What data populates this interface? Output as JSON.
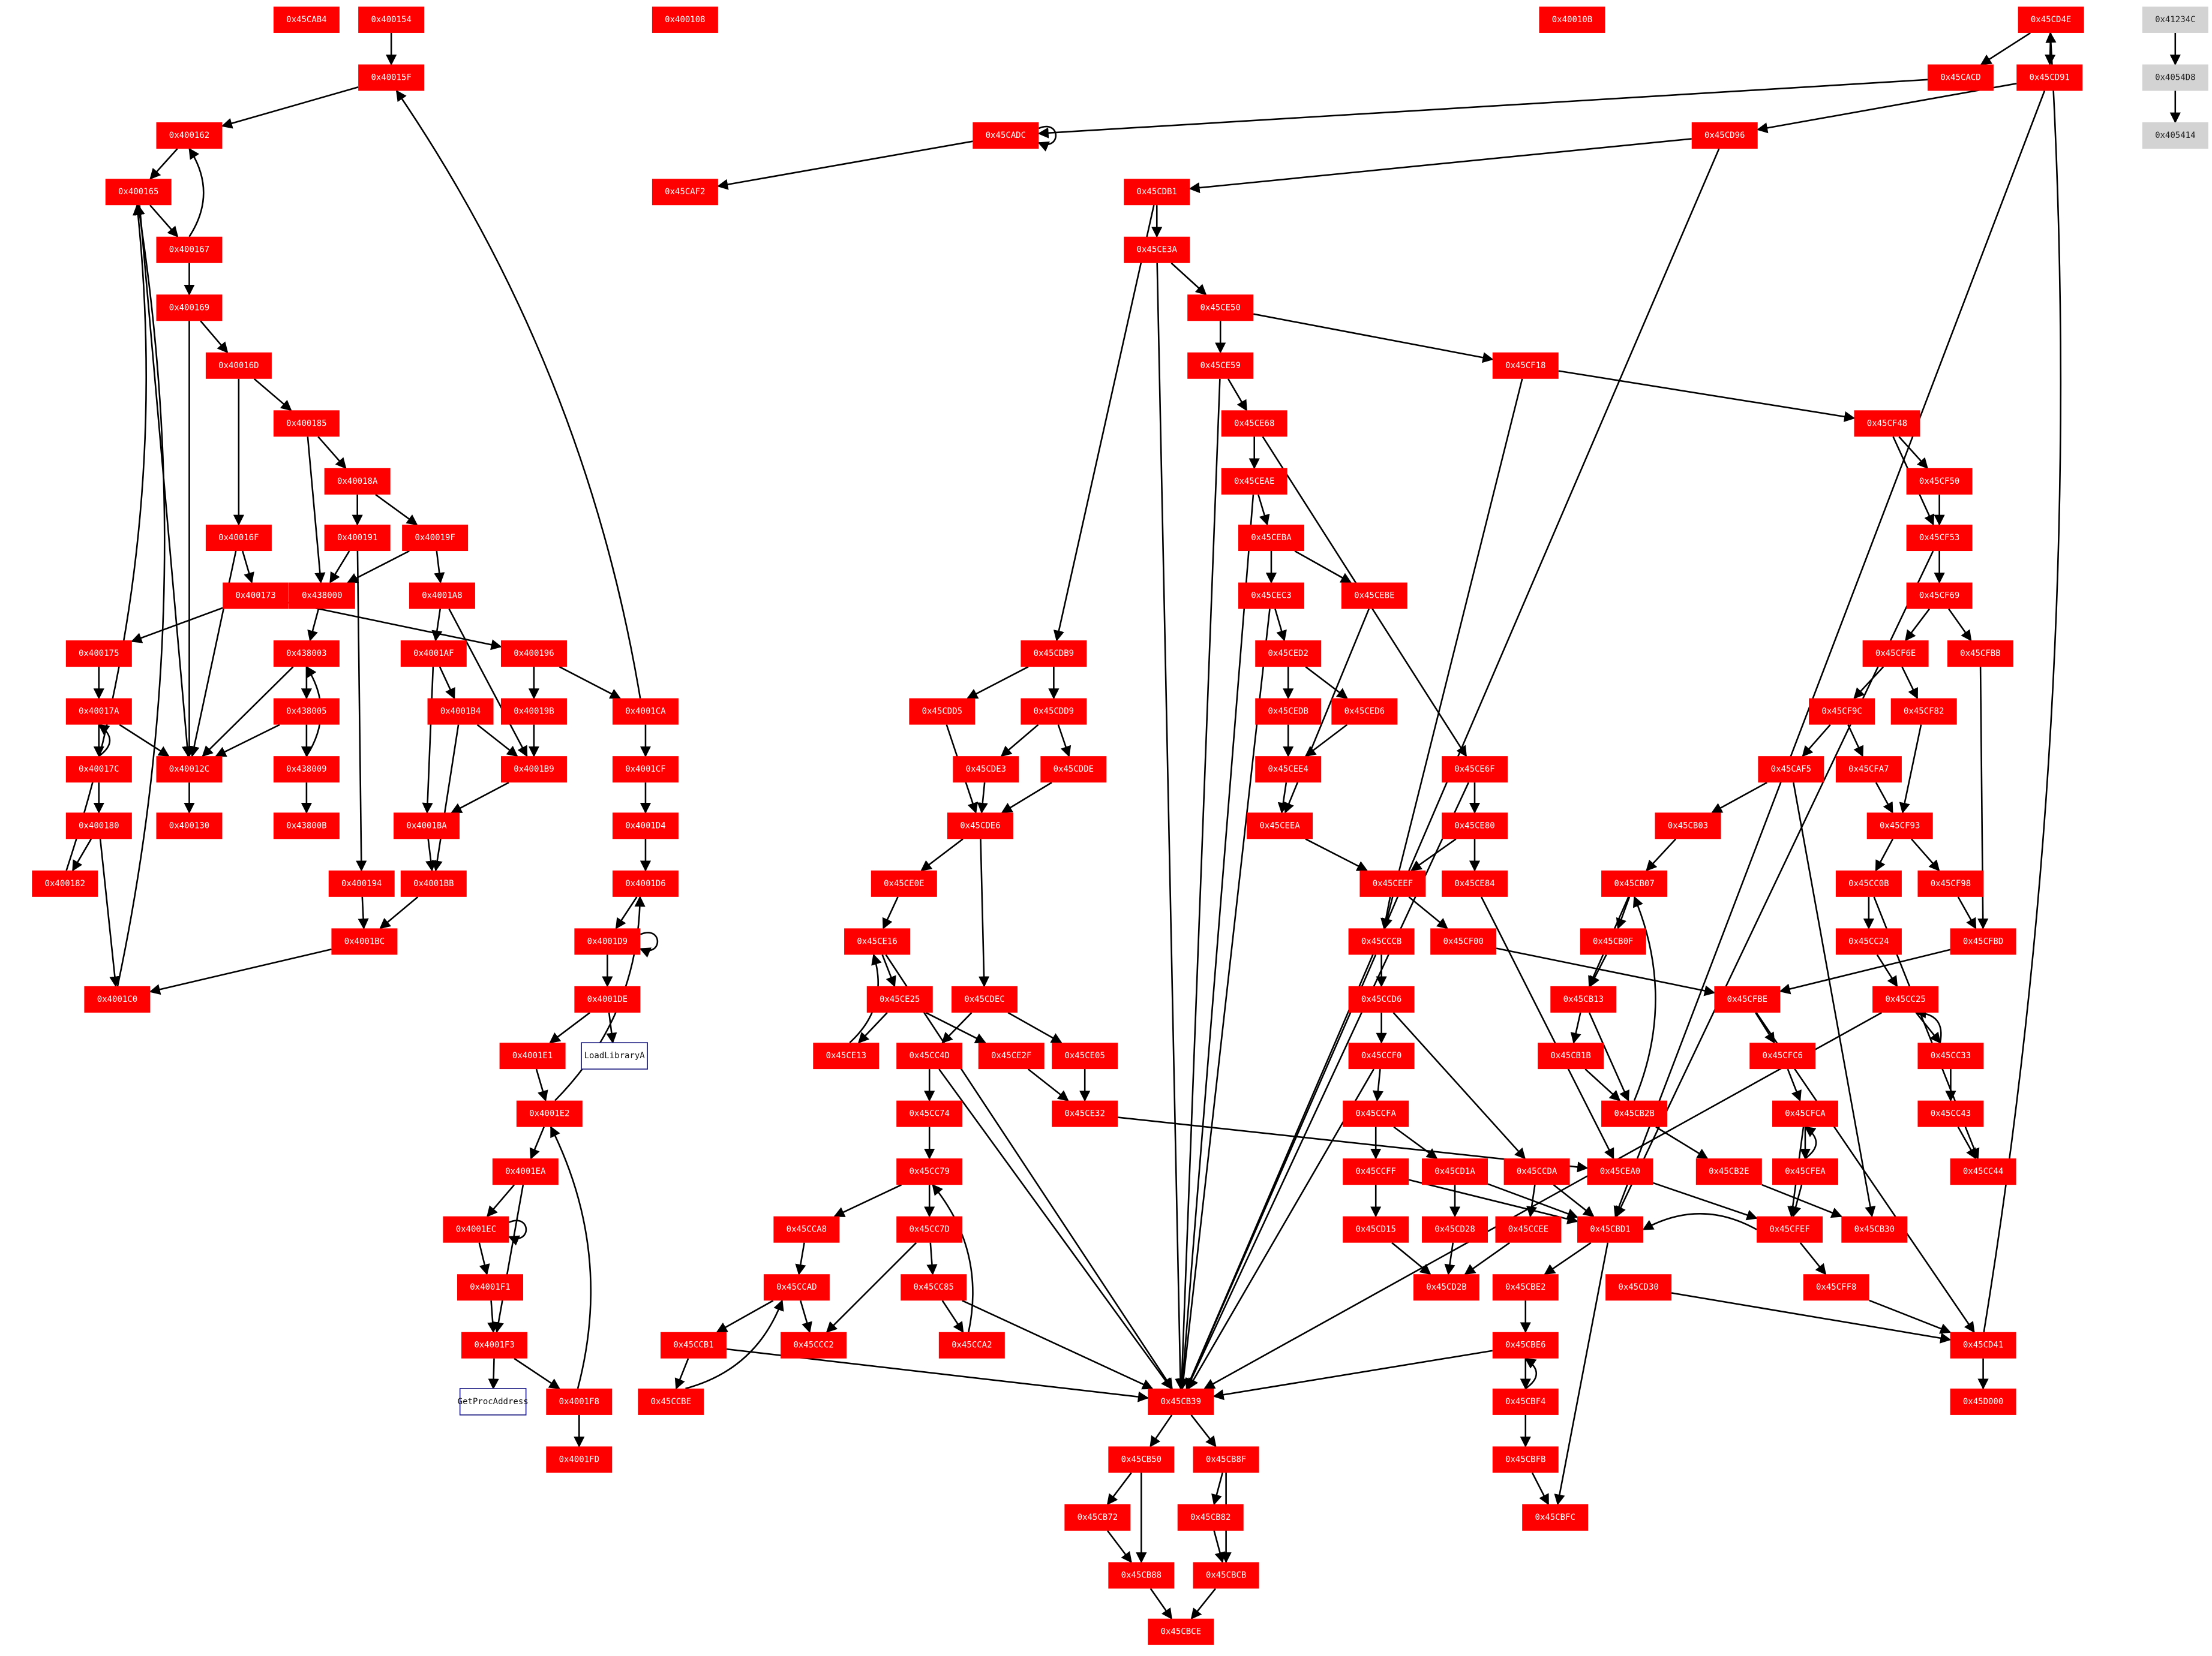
{
  "colors": {
    "node": "#ff0000",
    "import_node": "#d3d3d3",
    "api_node": "#ffffff",
    "edge": "#000000"
  },
  "nodes": {
    "n400154": {
      "label": "0x400154"
    },
    "n400108": {
      "label": "0x400108"
    },
    "n40010B": {
      "label": "0x40010B"
    },
    "n45CAB4": {
      "label": "0x45CAB4"
    },
    "n40015F": {
      "label": "0x40015F"
    },
    "n400162": {
      "label": "0x400162"
    },
    "n400165": {
      "label": "0x400165"
    },
    "n400167": {
      "label": "0x400167"
    },
    "n400169": {
      "label": "0x400169"
    },
    "n40016D": {
      "label": "0x40016D"
    },
    "n400185": {
      "label": "0x400185"
    },
    "n40018A": {
      "label": "0x40018A"
    },
    "n40016F": {
      "label": "0x40016F"
    },
    "n400191": {
      "label": "0x400191"
    },
    "n40019F": {
      "label": "0x40019F"
    },
    "n400173": {
      "label": "0x400173"
    },
    "n438000": {
      "label": "0x438000"
    },
    "n4001A8": {
      "label": "0x4001A8"
    },
    "n400175": {
      "label": "0x400175"
    },
    "n438003": {
      "label": "0x438003"
    },
    "n4001AF": {
      "label": "0x4001AF"
    },
    "n400196": {
      "label": "0x400196"
    },
    "n40017A": {
      "label": "0x40017A"
    },
    "n438005": {
      "label": "0x438005"
    },
    "n4001B4": {
      "label": "0x4001B4"
    },
    "n40019B": {
      "label": "0x40019B"
    },
    "n4001CA": {
      "label": "0x4001CA"
    },
    "n40017C": {
      "label": "0x40017C"
    },
    "n40012C": {
      "label": "0x40012C"
    },
    "n438009": {
      "label": "0x438009"
    },
    "n4001B9": {
      "label": "0x4001B9"
    },
    "n4001CF": {
      "label": "0x4001CF"
    },
    "n400180": {
      "label": "0x400180"
    },
    "n400130": {
      "label": "0x400130"
    },
    "n43800B": {
      "label": "0x43800B"
    },
    "n4001BA": {
      "label": "0x4001BA"
    },
    "n4001D4": {
      "label": "0x4001D4"
    },
    "n400182": {
      "label": "0x400182"
    },
    "n400194": {
      "label": "0x400194"
    },
    "n4001BB": {
      "label": "0x4001BB"
    },
    "n4001D6": {
      "label": "0x4001D6"
    },
    "n4001BC": {
      "label": "0x4001BC"
    },
    "n4001D9": {
      "label": "0x4001D9"
    },
    "n4001C0": {
      "label": "0x4001C0"
    },
    "n4001DE": {
      "label": "0x4001DE"
    },
    "n4001E1": {
      "label": "0x4001E1"
    },
    "nLoadLibraryA": {
      "label": "LoadLibraryA"
    },
    "n4001E2": {
      "label": "0x4001E2"
    },
    "n4001EA": {
      "label": "0x4001EA"
    },
    "n4001EC": {
      "label": "0x4001EC"
    },
    "n4001F1": {
      "label": "0x4001F1"
    },
    "n4001F3": {
      "label": "0x4001F3"
    },
    "nGetProcAddress": {
      "label": "GetProcAddress"
    },
    "n4001F8": {
      "label": "0x4001F8"
    },
    "n4001FD": {
      "label": "0x4001FD"
    },
    "n45CD4E": {
      "label": "0x45CD4E"
    },
    "n41234C": {
      "label": "0x41234C"
    },
    "n45CACD": {
      "label": "0x45CACD"
    },
    "n45CD91": {
      "label": "0x45CD91"
    },
    "n4054D8": {
      "label": "0x4054D8"
    },
    "n45CADC": {
      "label": "0x45CADC"
    },
    "n45CD96": {
      "label": "0x45CD96"
    },
    "n405414": {
      "label": "0x405414"
    },
    "n45CAF2": {
      "label": "0x45CAF2"
    },
    "n45CDB1": {
      "label": "0x45CDB1"
    },
    "n45CE3A": {
      "label": "0x45CE3A"
    },
    "n45CE50": {
      "label": "0x45CE50"
    },
    "n45CE59": {
      "label": "0x45CE59"
    },
    "n45CF18": {
      "label": "0x45CF18"
    },
    "n45CE68": {
      "label": "0x45CE68"
    },
    "n45CF48": {
      "label": "0x45CF48"
    },
    "n45CEAE": {
      "label": "0x45CEAE"
    },
    "n45CF50": {
      "label": "0x45CF50"
    },
    "n45CEBA": {
      "label": "0x45CEBA"
    },
    "n45CF53": {
      "label": "0x45CF53"
    },
    "n45CEC3": {
      "label": "0x45CEC3"
    },
    "n45CEBE": {
      "label": "0x45CEBE"
    },
    "n45CF69": {
      "label": "0x45CF69"
    },
    "n45CDB9": {
      "label": "0x45CDB9"
    },
    "n45CED2": {
      "label": "0x45CED2"
    },
    "n45CF6E": {
      "label": "0x45CF6E"
    },
    "n45CFBB": {
      "label": "0x45CFBB"
    },
    "n45CDD5": {
      "label": "0x45CDD5"
    },
    "n45CDD9": {
      "label": "0x45CDD9"
    },
    "n45CEDB": {
      "label": "0x45CEDB"
    },
    "n45CED6": {
      "label": "0x45CED6"
    },
    "n45CF9C": {
      "label": "0x45CF9C"
    },
    "n45CF82": {
      "label": "0x45CF82"
    },
    "n45CDE3": {
      "label": "0x45CDE3"
    },
    "n45CDDE": {
      "label": "0x45CDDE"
    },
    "n45CEE4": {
      "label": "0x45CEE4"
    },
    "n45CE6F": {
      "label": "0x45CE6F"
    },
    "n45CAF5": {
      "label": "0x45CAF5"
    },
    "n45CFA7": {
      "label": "0x45CFA7"
    },
    "n45CDE6": {
      "label": "0x45CDE6"
    },
    "n45CEEA": {
      "label": "0x45CEEA"
    },
    "n45CE80": {
      "label": "0x45CE80"
    },
    "n45CB03": {
      "label": "0x45CB03"
    },
    "n45CF93": {
      "label": "0x45CF93"
    },
    "n45CE0E": {
      "label": "0x45CE0E"
    },
    "n45CEEF": {
      "label": "0x45CEEF"
    },
    "n45CE84": {
      "label": "0x45CE84"
    },
    "n45CB07": {
      "label": "0x45CB07"
    },
    "n45CC0B": {
      "label": "0x45CC0B"
    },
    "n45CF98": {
      "label": "0x45CF98"
    },
    "n45CE16": {
      "label": "0x45CE16"
    },
    "n45CCCB": {
      "label": "0x45CCCB"
    },
    "n45CF00": {
      "label": "0x45CF00"
    },
    "n45CB0F": {
      "label": "0x45CB0F"
    },
    "n45CC24": {
      "label": "0x45CC24"
    },
    "n45CFBD": {
      "label": "0x45CFBD"
    },
    "n45CE25": {
      "label": "0x45CE25"
    },
    "n45CDEC": {
      "label": "0x45CDEC"
    },
    "n45CCD6": {
      "label": "0x45CCD6"
    },
    "n45CB13": {
      "label": "0x45CB13"
    },
    "n45CFBE": {
      "label": "0x45CFBE"
    },
    "n45CC25": {
      "label": "0x45CC25"
    },
    "n45CE13": {
      "label": "0x45CE13"
    },
    "n45CC4D": {
      "label": "0x45CC4D"
    },
    "n45CE2F": {
      "label": "0x45CE2F"
    },
    "n45CE05": {
      "label": "0x45CE05"
    },
    "n45CCF0": {
      "label": "0x45CCF0"
    },
    "n45CB1B": {
      "label": "0x45CB1B"
    },
    "n45CFC6": {
      "label": "0x45CFC6"
    },
    "n45CC33": {
      "label": "0x45CC33"
    },
    "n45CC74": {
      "label": "0x45CC74"
    },
    "n45CE32": {
      "label": "0x45CE32"
    },
    "n45CCFA": {
      "label": "0x45CCFA"
    },
    "n45CB2B": {
      "label": "0x45CB2B"
    },
    "n45CFCA": {
      "label": "0x45CFCA"
    },
    "n45CC43": {
      "label": "0x45CC43"
    },
    "n45CC79": {
      "label": "0x45CC79"
    },
    "n45CCFF": {
      "label": "0x45CCFF"
    },
    "n45CD1A": {
      "label": "0x45CD1A"
    },
    "n45CCDA": {
      "label": "0x45CCDA"
    },
    "n45CEA0": {
      "label": "0x45CEA0"
    },
    "n45CB2E": {
      "label": "0x45CB2E"
    },
    "n45CFEA": {
      "label": "0x45CFEA"
    },
    "n45CC44": {
      "label": "0x45CC44"
    },
    "n45CCA8": {
      "label": "0x45CCA8"
    },
    "n45CC7D": {
      "label": "0x45CC7D"
    },
    "n45CD15": {
      "label": "0x45CD15"
    },
    "n45CD28": {
      "label": "0x45CD28"
    },
    "n45CCEE": {
      "label": "0x45CCEE"
    },
    "n45CBD1": {
      "label": "0x45CBD1"
    },
    "n45CFEF": {
      "label": "0x45CFEF"
    },
    "n45CB30": {
      "label": "0x45CB30"
    },
    "n45CCAD": {
      "label": "0x45CCAD"
    },
    "n45CC85": {
      "label": "0x45CC85"
    },
    "n45CD2B": {
      "label": "0x45CD2B"
    },
    "n45CBE2": {
      "label": "0x45CBE2"
    },
    "n45CD30": {
      "label": "0x45CD30"
    },
    "n45CFF8": {
      "label": "0x45CFF8"
    },
    "n45CCB1": {
      "label": "0x45CCB1"
    },
    "n45CCC2": {
      "label": "0x45CCC2"
    },
    "n45CCA2": {
      "label": "0x45CCA2"
    },
    "n45CBE6": {
      "label": "0x45CBE6"
    },
    "n45CD41": {
      "label": "0x45CD41"
    },
    "n45CCBE": {
      "label": "0x45CCBE"
    },
    "n45CB39": {
      "label": "0x45CB39"
    },
    "n45CBF4": {
      "label": "0x45CBF4"
    },
    "n45D000": {
      "label": "0x45D000"
    },
    "n45CB50": {
      "label": "0x45CB50"
    },
    "n45CB8F": {
      "label": "0x45CB8F"
    },
    "n45CBFB": {
      "label": "0x45CBFB"
    },
    "n45CB72": {
      "label": "0x45CB72"
    },
    "n45CB82": {
      "label": "0x45CB82"
    },
    "n45CBFC": {
      "label": "0x45CBFC"
    },
    "n45CB88": {
      "label": "0x45CB88"
    },
    "n45CBCB": {
      "label": "0x45CBCB"
    },
    "n45CBCE": {
      "label": "0x45CBCE"
    }
  },
  "edges": [
    [
      "n400154",
      "n40015F"
    ],
    [
      "n40015F",
      "n400162"
    ],
    [
      "n400162",
      "n400165"
    ],
    [
      "n400165",
      "n400167"
    ],
    [
      "n400167",
      "n400162"
    ],
    [
      "n400167",
      "n400169"
    ],
    [
      "n400169",
      "n40016D"
    ],
    [
      "n400169",
      "n40012C"
    ],
    [
      "n400165",
      "n40012C"
    ],
    [
      "n40016D",
      "n40016F"
    ],
    [
      "n40016D",
      "n400185"
    ],
    [
      "n400185",
      "n40018A"
    ],
    [
      "n400185",
      "n438000"
    ],
    [
      "n40018A",
      "n400191"
    ],
    [
      "n40018A",
      "n40019F"
    ],
    [
      "n40016F",
      "n400173"
    ],
    [
      "n40016F",
      "n40012C"
    ],
    [
      "n400191",
      "n438000"
    ],
    [
      "n400191",
      "n400194"
    ],
    [
      "n40019F",
      "n438000"
    ],
    [
      "n40019F",
      "n4001A8"
    ],
    [
      "n400173",
      "n400175"
    ],
    [
      "n400173",
      "n400196"
    ],
    [
      "n438000",
      "n438003"
    ],
    [
      "n4001A8",
      "n4001AF"
    ],
    [
      "n4001A8",
      "n4001B9"
    ],
    [
      "n400175",
      "n40017A"
    ],
    [
      "n438003",
      "n438005"
    ],
    [
      "n438003",
      "n40012C"
    ],
    [
      "n4001AF",
      "n4001B4"
    ],
    [
      "n4001AF",
      "n4001BA"
    ],
    [
      "n400196",
      "n40019B"
    ],
    [
      "n400196",
      "n4001CA"
    ],
    [
      "n40017A",
      "n40017C"
    ],
    [
      "n40017C",
      "n40017A"
    ],
    [
      "n40017A",
      "n40012C"
    ],
    [
      "n438005",
      "n438009"
    ],
    [
      "n438005",
      "n40012C"
    ],
    [
      "n438009",
      "n438003"
    ],
    [
      "n4001B4",
      "n4001B9"
    ],
    [
      "n4001B4",
      "n4001BB"
    ],
    [
      "n40019B",
      "n4001B9"
    ],
    [
      "n4001CA",
      "n4001CF"
    ],
    [
      "n4001CA",
      "n40015F"
    ],
    [
      "n40017C",
      "n400180"
    ],
    [
      "n40012C",
      "n400130"
    ],
    [
      "n438009",
      "n43800B"
    ],
    [
      "n4001B9",
      "n4001BA"
    ],
    [
      "n4001CF",
      "n4001D4"
    ],
    [
      "n400180",
      "n400182"
    ],
    [
      "n400180",
      "n4001C0"
    ],
    [
      "n400182",
      "n400165"
    ],
    [
      "n400194",
      "n4001BC"
    ],
    [
      "n4001BA",
      "n4001BB"
    ],
    [
      "n4001BB",
      "n4001BC"
    ],
    [
      "n4001D4",
      "n4001D6"
    ],
    [
      "n4001BC",
      "n4001C0"
    ],
    [
      "n4001C0",
      "n400165"
    ],
    [
      "n4001D6",
      "n4001D9"
    ],
    [
      "n4001D9",
      "n4001D9"
    ],
    [
      "n4001D9",
      "n4001DE"
    ],
    [
      "n4001DE",
      "n4001E1"
    ],
    [
      "n4001DE",
      "nLoadLibraryA"
    ],
    [
      "n4001E1",
      "n4001E2"
    ],
    [
      "n4001E2",
      "n4001D6"
    ],
    [
      "n4001E2",
      "n4001EA"
    ],
    [
      "n4001EA",
      "n4001EC"
    ],
    [
      "n4001EC",
      "n4001EC"
    ],
    [
      "n4001EA",
      "n4001F3"
    ],
    [
      "n4001EC",
      "n4001F1"
    ],
    [
      "n4001F1",
      "n4001F3"
    ],
    [
      "n4001F3",
      "nGetProcAddress"
    ],
    [
      "n4001F3",
      "n4001F8"
    ],
    [
      "n4001F8",
      "n4001E2"
    ],
    [
      "n4001F8",
      "n4001FD"
    ],
    [
      "n41234C",
      "n4054D8"
    ],
    [
      "n4054D8",
      "n405414"
    ],
    [
      "n45CD4E",
      "n45CACD"
    ],
    [
      "n45CD4E",
      "n45CD91"
    ],
    [
      "n45CACD",
      "n45CADC"
    ],
    [
      "n45CADC",
      "n45CADC"
    ],
    [
      "n45CADC",
      "n45CAF2"
    ],
    [
      "n45CD91",
      "n45CD96"
    ],
    [
      "n45CD91",
      "n45CBD1"
    ],
    [
      "n45CD96",
      "n45CDB1"
    ],
    [
      "n45CD96",
      "n45CB39"
    ],
    [
      "n45CDB1",
      "n45CE3A"
    ],
    [
      "n45CDB1",
      "n45CDB9"
    ],
    [
      "n45CE3A",
      "n45CE50"
    ],
    [
      "n45CE3A",
      "n45CB39"
    ],
    [
      "n45CE50",
      "n45CE59"
    ],
    [
      "n45CE50",
      "n45CF18"
    ],
    [
      "n45CE59",
      "n45CE68"
    ],
    [
      "n45CE59",
      "n45CB39"
    ],
    [
      "n45CF18",
      "n45CF48"
    ],
    [
      "n45CF18",
      "n45CCCB"
    ],
    [
      "n45CE68",
      "n45CEAE"
    ],
    [
      "n45CE68",
      "n45CE6F"
    ],
    [
      "n45CF48",
      "n45CF50"
    ],
    [
      "n45CF48",
      "n45CF53"
    ],
    [
      "n45CF50",
      "n45CF53"
    ],
    [
      "n45CEAE",
      "n45CEBA"
    ],
    [
      "n45CEAE",
      "n45CB39"
    ],
    [
      "n45CEBA",
      "n45CEC3"
    ],
    [
      "n45CEBA",
      "n45CEBE"
    ],
    [
      "n45CF53",
      "n45CF69"
    ],
    [
      "n45CF53",
      "n45CBD1"
    ],
    [
      "n45CEC3",
      "n45CED2"
    ],
    [
      "n45CEC3",
      "n45CB39"
    ],
    [
      "n45CEBE",
      "n45CEEA"
    ],
    [
      "n45CF69",
      "n45CF6E"
    ],
    [
      "n45CF69",
      "n45CFBB"
    ],
    [
      "n45CDB9",
      "n45CDD5"
    ],
    [
      "n45CDB9",
      "n45CDD9"
    ],
    [
      "n45CED2",
      "n45CEDB"
    ],
    [
      "n45CED2",
      "n45CED6"
    ],
    [
      "n45CED6",
      "n45CEE4"
    ],
    [
      "n45CEDB",
      "n45CEE4"
    ],
    [
      "n45CF6E",
      "n45CF9C"
    ],
    [
      "n45CF6E",
      "n45CF82"
    ],
    [
      "n45CFBB",
      "n45CFBD"
    ],
    [
      "n45CDD5",
      "n45CDE6"
    ],
    [
      "n45CDD9",
      "n45CDE3"
    ],
    [
      "n45CDD9",
      "n45CDDE"
    ],
    [
      "n45CEE4",
      "n45CEEA"
    ],
    [
      "n45CF9C",
      "n45CAF5"
    ],
    [
      "n45CF9C",
      "n45CFA7"
    ],
    [
      "n45CF82",
      "n45CF93"
    ],
    [
      "n45CDE3",
      "n45CDE6"
    ],
    [
      "n45CDDE",
      "n45CDE6"
    ],
    [
      "n45CEEA",
      "n45CEEF"
    ],
    [
      "n45CE6F",
      "n45CE80"
    ],
    [
      "n45CE6F",
      "n45CB39"
    ],
    [
      "n45CAF5",
      "n45CB03"
    ],
    [
      "n45CAF5",
      "n45CB30"
    ],
    [
      "n45CFA7",
      "n45CF93"
    ],
    [
      "n45CDE6",
      "n45CE0E"
    ],
    [
      "n45CDE6",
      "n45CDEC"
    ],
    [
      "n45CE80",
      "n45CEEF"
    ],
    [
      "n45CE80",
      "n45CE84"
    ],
    [
      "n45CB03",
      "n45CB07"
    ],
    [
      "n45CF93",
      "n45CC0B"
    ],
    [
      "n45CF93",
      "n45CF98"
    ],
    [
      "n45CE0E",
      "n45CE16"
    ],
    [
      "n45CEEF",
      "n45CCCB"
    ],
    [
      "n45CEEF",
      "n45CF00"
    ],
    [
      "n45CE84",
      "n45CEA0"
    ],
    [
      "n45CB07",
      "n45CB0F"
    ],
    [
      "n45CB07",
      "n45CB13"
    ],
    [
      "n45CC0B",
      "n45CC24"
    ],
    [
      "n45CC0B",
      "n45CC44"
    ],
    [
      "n45CF98",
      "n45CFBD"
    ],
    [
      "n45CE16",
      "n45CE25"
    ],
    [
      "n45CE16",
      "n45CB39"
    ],
    [
      "n45CCCB",
      "n45CCD6"
    ],
    [
      "n45CCCB",
      "n45CB39"
    ],
    [
      "n45CF00",
      "n45CFBE"
    ],
    [
      "n45CB0F",
      "n45CB13"
    ],
    [
      "n45CC24",
      "n45CC25"
    ],
    [
      "n45CFBD",
      "n45CFBE"
    ],
    [
      "n45CE25",
      "n45CE13"
    ],
    [
      "n45CE25",
      "n45CE2F"
    ],
    [
      "n45CE13",
      "n45CE16"
    ],
    [
      "n45CDEC",
      "n45CC4D"
    ],
    [
      "n45CDEC",
      "n45CE05"
    ],
    [
      "n45CCD6",
      "n45CCF0"
    ],
    [
      "n45CCD6",
      "n45CCDA"
    ],
    [
      "n45CB13",
      "n45CB1B"
    ],
    [
      "n45CB13",
      "n45CB2B"
    ],
    [
      "n45CFBE",
      "n45CFC6"
    ],
    [
      "n45CFBE",
      "n45CD41"
    ],
    [
      "n45CC25",
      "n45CC33"
    ],
    [
      "n45CC33",
      "n45CC25"
    ],
    [
      "n45CC25",
      "n45CB39"
    ],
    [
      "n45CC4D",
      "n45CC74"
    ],
    [
      "n45CC4D",
      "n45CB39"
    ],
    [
      "n45CE2F",
      "n45CE32"
    ],
    [
      "n45CE05",
      "n45CE32"
    ],
    [
      "n45CCF0",
      "n45CCFA"
    ],
    [
      "n45CCF0",
      "n45CB39"
    ],
    [
      "n45CB1B",
      "n45CB2B"
    ],
    [
      "n45CB2B",
      "n45CB07"
    ],
    [
      "n45CB2B",
      "n45CB2E"
    ],
    [
      "n45CFC6",
      "n45CFCA"
    ],
    [
      "n45CC33",
      "n45CC43"
    ],
    [
      "n45CC74",
      "n45CC79"
    ],
    [
      "n45CE32",
      "n45CEA0"
    ],
    [
      "n45CCFA",
      "n45CCFF"
    ],
    [
      "n45CCFA",
      "n45CD1A"
    ],
    [
      "n45CFCA",
      "n45CFEA"
    ],
    [
      "n45CFEA",
      "n45CFCA"
    ],
    [
      "n45CFCA",
      "n45CFEF"
    ],
    [
      "n45CC43",
      "n45CC44"
    ],
    [
      "n45CC79",
      "n45CCA8"
    ],
    [
      "n45CC79",
      "n45CC7D"
    ],
    [
      "n45CCFF",
      "n45CD15"
    ],
    [
      "n45CCFF",
      "n45CBD1"
    ],
    [
      "n45CD1A",
      "n45CD28"
    ],
    [
      "n45CD1A",
      "n45CBD1"
    ],
    [
      "n45CCDA",
      "n45CCEE"
    ],
    [
      "n45CCDA",
      "n45CBD1"
    ],
    [
      "n45CEA0",
      "n45CFEF"
    ],
    [
      "n45CB2E",
      "n45CB30"
    ],
    [
      "n45CFEA",
      "n45CFEF"
    ],
    [
      "n45CCA8",
      "n45CCAD"
    ],
    [
      "n45CC7D",
      "n45CC85"
    ],
    [
      "n45CC7D",
      "n45CCC2"
    ],
    [
      "n45CD15",
      "n45CD2B"
    ],
    [
      "n45CD28",
      "n45CD2B"
    ],
    [
      "n45CCEE",
      "n45CD2B"
    ],
    [
      "n45CBD1",
      "n45CBE2"
    ],
    [
      "n45CBD1",
      "n45CBFC"
    ],
    [
      "n45CFEF",
      "n45CFF8"
    ],
    [
      "n45CFEF",
      "n45CBD1"
    ],
    [
      "n45CCAD",
      "n45CCB1"
    ],
    [
      "n45CCAD",
      "n45CCC2"
    ],
    [
      "n45CC85",
      "n45CCA2"
    ],
    [
      "n45CC85",
      "n45CB39"
    ],
    [
      "n45CCA2",
      "n45CC79"
    ],
    [
      "n45CBE2",
      "n45CBE6"
    ],
    [
      "n45CD30",
      "n45CD41"
    ],
    [
      "n45CFF8",
      "n45CD41"
    ],
    [
      "n45CCB1",
      "n45CCBE"
    ],
    [
      "n45CCB1",
      "n45CB39"
    ],
    [
      "n45CCBE",
      "n45CCAD"
    ],
    [
      "n45CBE6",
      "n45CBF4"
    ],
    [
      "n45CBF4",
      "n45CBE6"
    ],
    [
      "n45CBE6",
      "n45CB39"
    ],
    [
      "n45CD41",
      "n45D000"
    ],
    [
      "n45CD41",
      "n45CD4E"
    ],
    [
      "n45CB39",
      "n45CB50"
    ],
    [
      "n45CB39",
      "n45CB8F"
    ],
    [
      "n45CBF4",
      "n45CBFB"
    ],
    [
      "n45CBFB",
      "n45CBFC"
    ],
    [
      "n45CB50",
      "n45CB72"
    ],
    [
      "n45CB50",
      "n45CB88"
    ],
    [
      "n45CB8F",
      "n45CB82"
    ],
    [
      "n45CB8F",
      "n45CBCB"
    ],
    [
      "n45CB72",
      "n45CB88"
    ],
    [
      "n45CB82",
      "n45CBCB"
    ],
    [
      "n45CB88",
      "n45CBCE"
    ],
    [
      "n45CBCB",
      "n45CBCE"
    ]
  ]
}
